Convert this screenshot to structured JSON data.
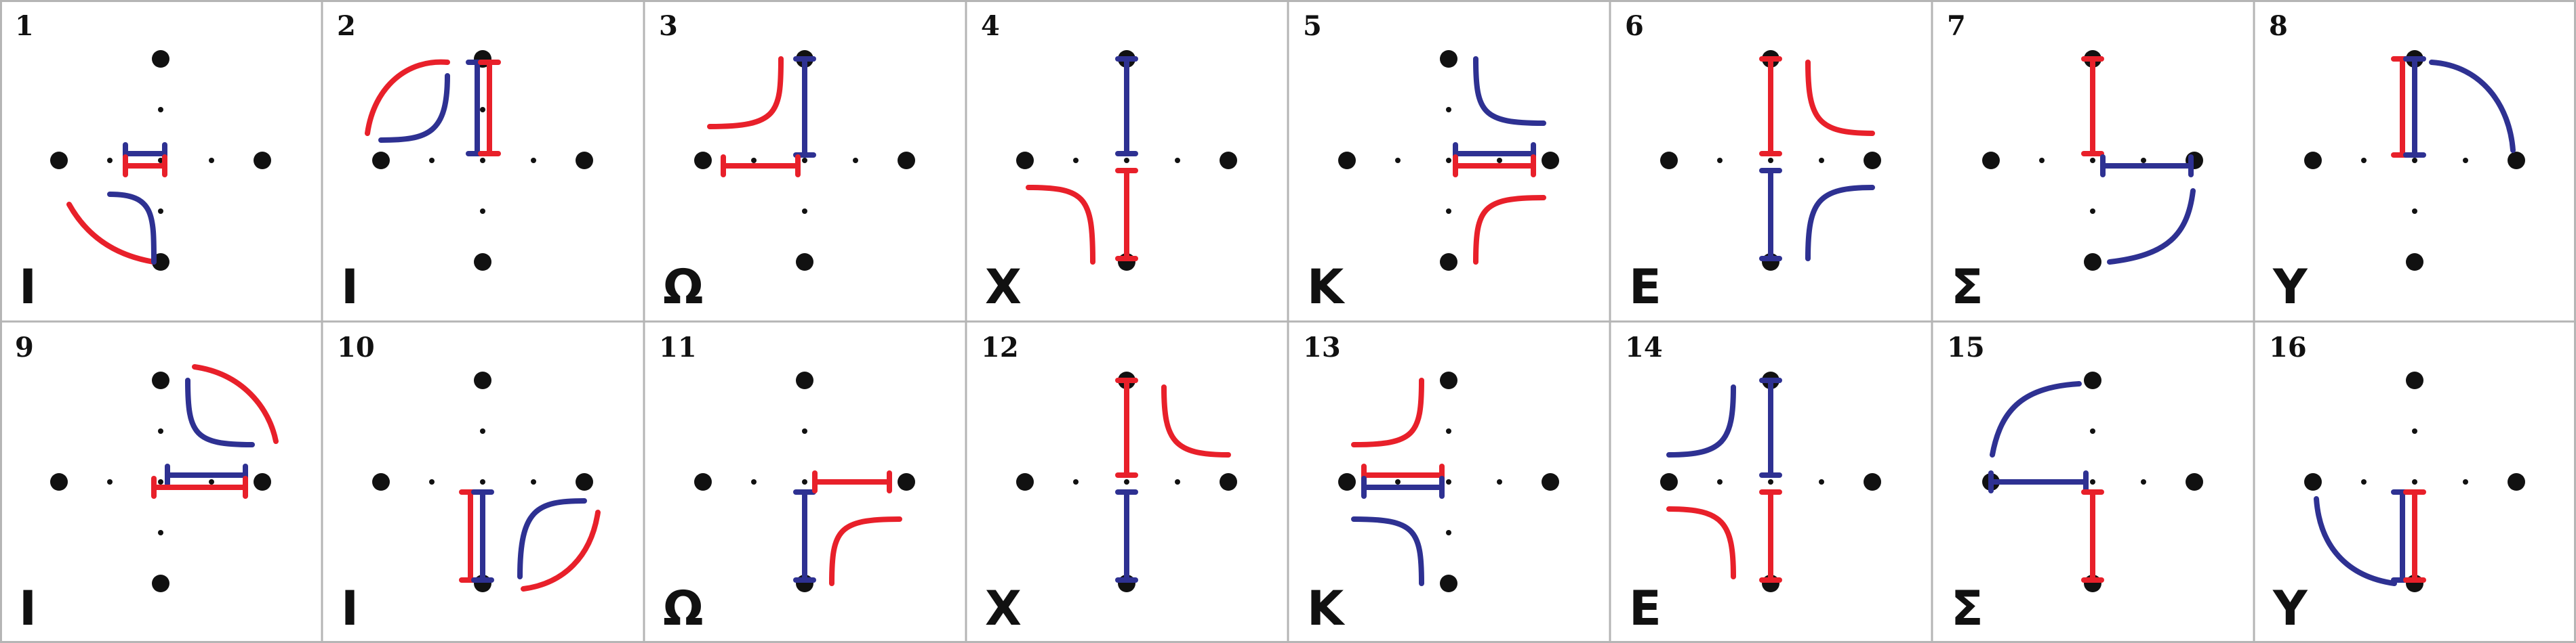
{
  "colors": {
    "red": "#e8202a",
    "blue": "#2e3192",
    "dot": "#111111",
    "border": "#b5b5b5"
  },
  "cells": [
    {
      "number": "1",
      "letter": "I",
      "figure": 1
    },
    {
      "number": "2",
      "letter": "I",
      "figure": 2
    },
    {
      "number": "3",
      "letter": "Ω",
      "figure": 3
    },
    {
      "number": "4",
      "letter": "X",
      "figure": 4
    },
    {
      "number": "5",
      "letter": "K",
      "figure": 5
    },
    {
      "number": "6",
      "letter": "E",
      "figure": 6
    },
    {
      "number": "7",
      "letter": "Σ",
      "figure": 7
    },
    {
      "number": "8",
      "letter": "Y",
      "figure": 8
    },
    {
      "number": "9",
      "letter": "I",
      "figure": 9
    },
    {
      "number": "10",
      "letter": "I",
      "figure": 10
    },
    {
      "number": "11",
      "letter": "Ω",
      "figure": 11
    },
    {
      "number": "12",
      "letter": "X",
      "figure": 12
    },
    {
      "number": "13",
      "letter": "K",
      "figure": 13
    },
    {
      "number": "14",
      "letter": "E",
      "figure": 14
    },
    {
      "number": "15",
      "letter": "Σ",
      "figure": 15
    },
    {
      "number": "16",
      "letter": "Y",
      "figure": 16
    }
  ]
}
